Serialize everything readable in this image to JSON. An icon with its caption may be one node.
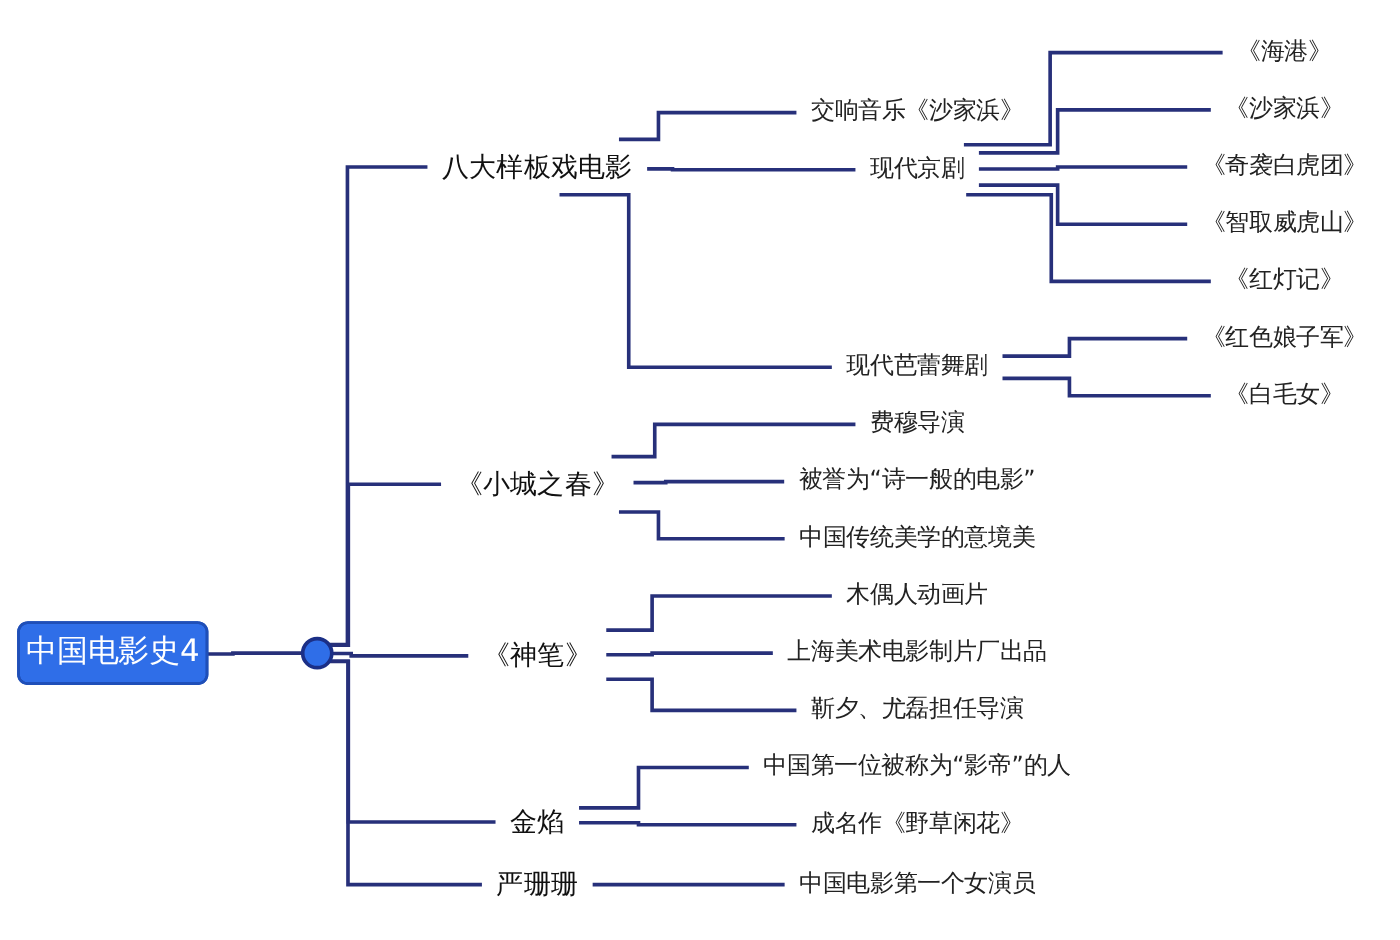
{
  "diagram": {
    "nodes": [
      {
        "text": [
          "中国电影史4"
        ]
      },
      {
        "text": [],
        "shape": "circle"
      },
      {
        "text": [
          "八大样板戏电影"
        ]
      },
      {
        "text": [
          "交响音乐《沙家浜》"
        ]
      },
      {
        "text": [
          "现代京剧"
        ]
      },
      {
        "text": [
          "《海港》"
        ]
      },
      {
        "text": [
          "《沙家浜》"
        ]
      },
      {
        "text": [
          "《奇袭白虎团》"
        ]
      },
      {
        "text": [
          "《智取威虎山》"
        ]
      },
      {
        "text": [
          "《红灯记》"
        ]
      },
      {
        "text": [
          "现代芭蕾舞剧"
        ]
      },
      {
        "text": [
          "《红色娘子军》"
        ]
      },
      {
        "text": [
          "《白毛女》"
        ]
      },
      {
        "text": [
          "《小城之春》"
        ]
      },
      {
        "text": [
          "费穆导演"
        ]
      },
      {
        "text": [
          "被誉为“诗一般的电影”"
        ]
      },
      {
        "text": [
          "中国传统美学的意境美"
        ]
      },
      {
        "text": [
          "《神笔》"
        ]
      },
      {
        "text": [
          "木偶人动画片"
        ]
      },
      {
        "text": [
          "上海美术电影制片厂出品"
        ]
      },
      {
        "text": [
          "靳夕、尤磊担任导演"
        ]
      },
      {
        "text": [
          "金焰"
        ]
      },
      {
        "text": [
          "中国第一位被称为“影帝”的人"
        ]
      },
      {
        "text": [
          "成名作《野草闲花》"
        ]
      },
      {
        "text": [
          "严珊珊"
        ]
      },
      {
        "text": [
          "中国电影第一个女演员"
        ]
      }
    ],
    "edges": [
      {
        "from": 0,
        "to": 1,
        "arrow": "none"
      },
      {
        "from": 1,
        "to": 2,
        "arrow": "none"
      },
      {
        "from": 2,
        "to": 3,
        "arrow": "none"
      },
      {
        "from": 2,
        "to": 4,
        "arrow": "none"
      },
      {
        "from": 4,
        "to": 5,
        "arrow": "none"
      },
      {
        "from": 4,
        "to": 6,
        "arrow": "none"
      },
      {
        "from": 4,
        "to": 7,
        "arrow": "none"
      },
      {
        "from": 4,
        "to": 8,
        "arrow": "none"
      },
      {
        "from": 4,
        "to": 9,
        "arrow": "none"
      },
      {
        "from": 2,
        "to": 10,
        "arrow": "none"
      },
      {
        "from": 10,
        "to": 11,
        "arrow": "none"
      },
      {
        "from": 10,
        "to": 12,
        "arrow": "none"
      },
      {
        "from": 1,
        "to": 13,
        "arrow": "none"
      },
      {
        "from": 13,
        "to": 14,
        "arrow": "none"
      },
      {
        "from": 13,
        "to": 15,
        "arrow": "none"
      },
      {
        "from": 13,
        "to": 16,
        "arrow": "none"
      },
      {
        "from": 1,
        "to": 17,
        "arrow": "none"
      },
      {
        "from": 17,
        "to": 18,
        "arrow": "none"
      },
      {
        "from": 17,
        "to": 19,
        "arrow": "none"
      },
      {
        "from": 17,
        "to": 20,
        "arrow": "none"
      },
      {
        "from": 1,
        "to": 21,
        "arrow": "none"
      },
      {
        "from": 21,
        "to": 22,
        "arrow": "none"
      },
      {
        "from": 21,
        "to": 23,
        "arrow": "none"
      },
      {
        "from": 1,
        "to": 24,
        "arrow": "none"
      },
      {
        "from": 24,
        "to": 25,
        "arrow": "none"
      }
    ]
  }
}
